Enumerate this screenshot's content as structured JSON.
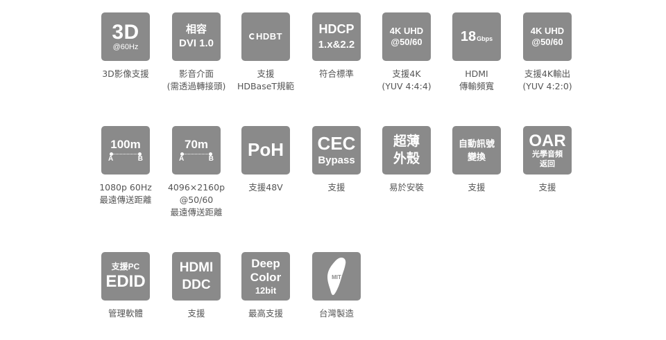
{
  "row1": [
    {
      "icon": [
        "3D",
        "@60Hz"
      ],
      "caption": [
        "3D影像支援"
      ]
    },
    {
      "icon": [
        "相容",
        "DVI 1.0"
      ],
      "caption": [
        "影音介面",
        "(需透過轉接頭)"
      ]
    },
    {
      "icon": [
        "HDBT"
      ],
      "caption": [
        "支援",
        "HDBaseT規範"
      ]
    },
    {
      "icon": [
        "HDCP",
        "1.x&2.2"
      ],
      "caption": [
        "符合標準"
      ]
    },
    {
      "icon": [
        "4K UHD",
        "@50/60"
      ],
      "caption": [
        "支援4K",
        "(YUV 4:4:4)"
      ]
    },
    {
      "icon": [
        "18",
        "Gbps"
      ],
      "caption": [
        "HDMI",
        "傳輸頻寬"
      ]
    },
    {
      "icon": [
        "4K UHD",
        "@50/60"
      ],
      "caption": [
        "支援4K輸出",
        "(YUV 4:2:0)"
      ]
    }
  ],
  "row2": [
    {
      "icon": [
        "100m",
        "A",
        "B"
      ],
      "caption": [
        "1080p 60Hz",
        "最遠傳送距離"
      ]
    },
    {
      "icon": [
        "70m",
        "A",
        "B"
      ],
      "caption": [
        "4096×2160p",
        "@50/60",
        "最遠傳送距離"
      ]
    },
    {
      "icon": [
        "PoH"
      ],
      "caption": [
        "支援48V"
      ]
    },
    {
      "icon": [
        "CEC",
        "Bypass"
      ],
      "caption": [
        "支援"
      ]
    },
    {
      "icon": [
        "超薄",
        "外殼"
      ],
      "caption": [
        "易於安裝"
      ]
    },
    {
      "icon": [
        "自動訊號",
        "變換"
      ],
      "caption": [
        "支援"
      ]
    },
    {
      "icon": [
        "OAR",
        "光學音頻",
        "返回"
      ],
      "caption": [
        "支援"
      ]
    }
  ],
  "row3": [
    {
      "icon": [
        "支援PC",
        "EDID"
      ],
      "caption": [
        "管理軟體"
      ]
    },
    {
      "icon": [
        "HDMI",
        "DDC"
      ],
      "caption": [
        "支援"
      ]
    },
    {
      "icon": [
        "Deep",
        "Color",
        "12bit"
      ],
      "caption": [
        "最高支援"
      ]
    },
    {
      "icon": [
        "MIT"
      ],
      "caption": [
        "台灣製造"
      ]
    }
  ],
  "colors": {
    "tile": "#8a8a8a",
    "text": "#555555",
    "background": "#ffffff"
  }
}
